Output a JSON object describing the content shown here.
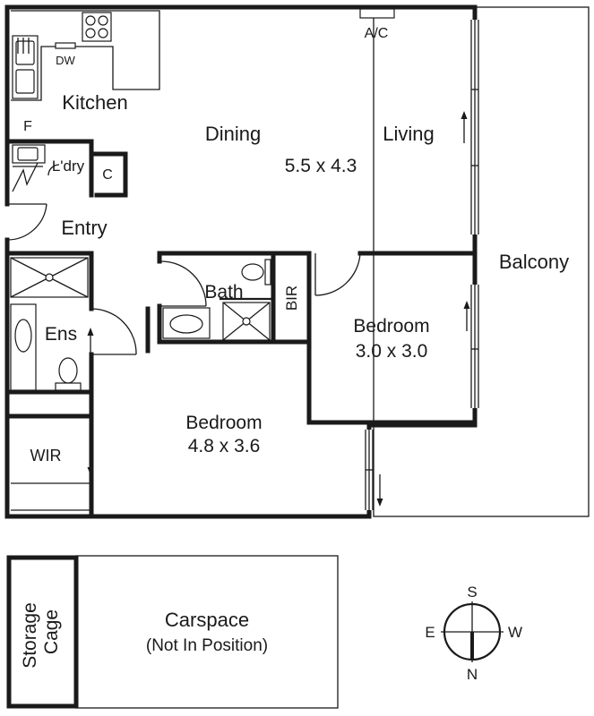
{
  "rooms": {
    "kitchen": "Kitchen",
    "dishwasher": "DW",
    "fridge": "F",
    "laundry": "L'dry",
    "cupboard": "C",
    "aircon": "A/C",
    "dining": "Dining",
    "living": "Living",
    "living_size": "5.5 x 4.3",
    "entry": "Entry",
    "bath": "Bath",
    "bir": "BIR",
    "ensuite": "Ens",
    "bedroom2": "Bedroom",
    "bedroom2_size": "3.0 x 3.0",
    "bedroom1": "Bedroom",
    "bedroom1_size": "4.8 x 3.6",
    "wir": "WIR",
    "balcony": "Balcony"
  },
  "carspace": {
    "storage_line1": "Storage",
    "storage_line2": "Cage",
    "label": "Carspace",
    "note": "(Not In Position)"
  },
  "compass": {
    "north": "N",
    "south": "S",
    "east": "E",
    "west": "W"
  }
}
